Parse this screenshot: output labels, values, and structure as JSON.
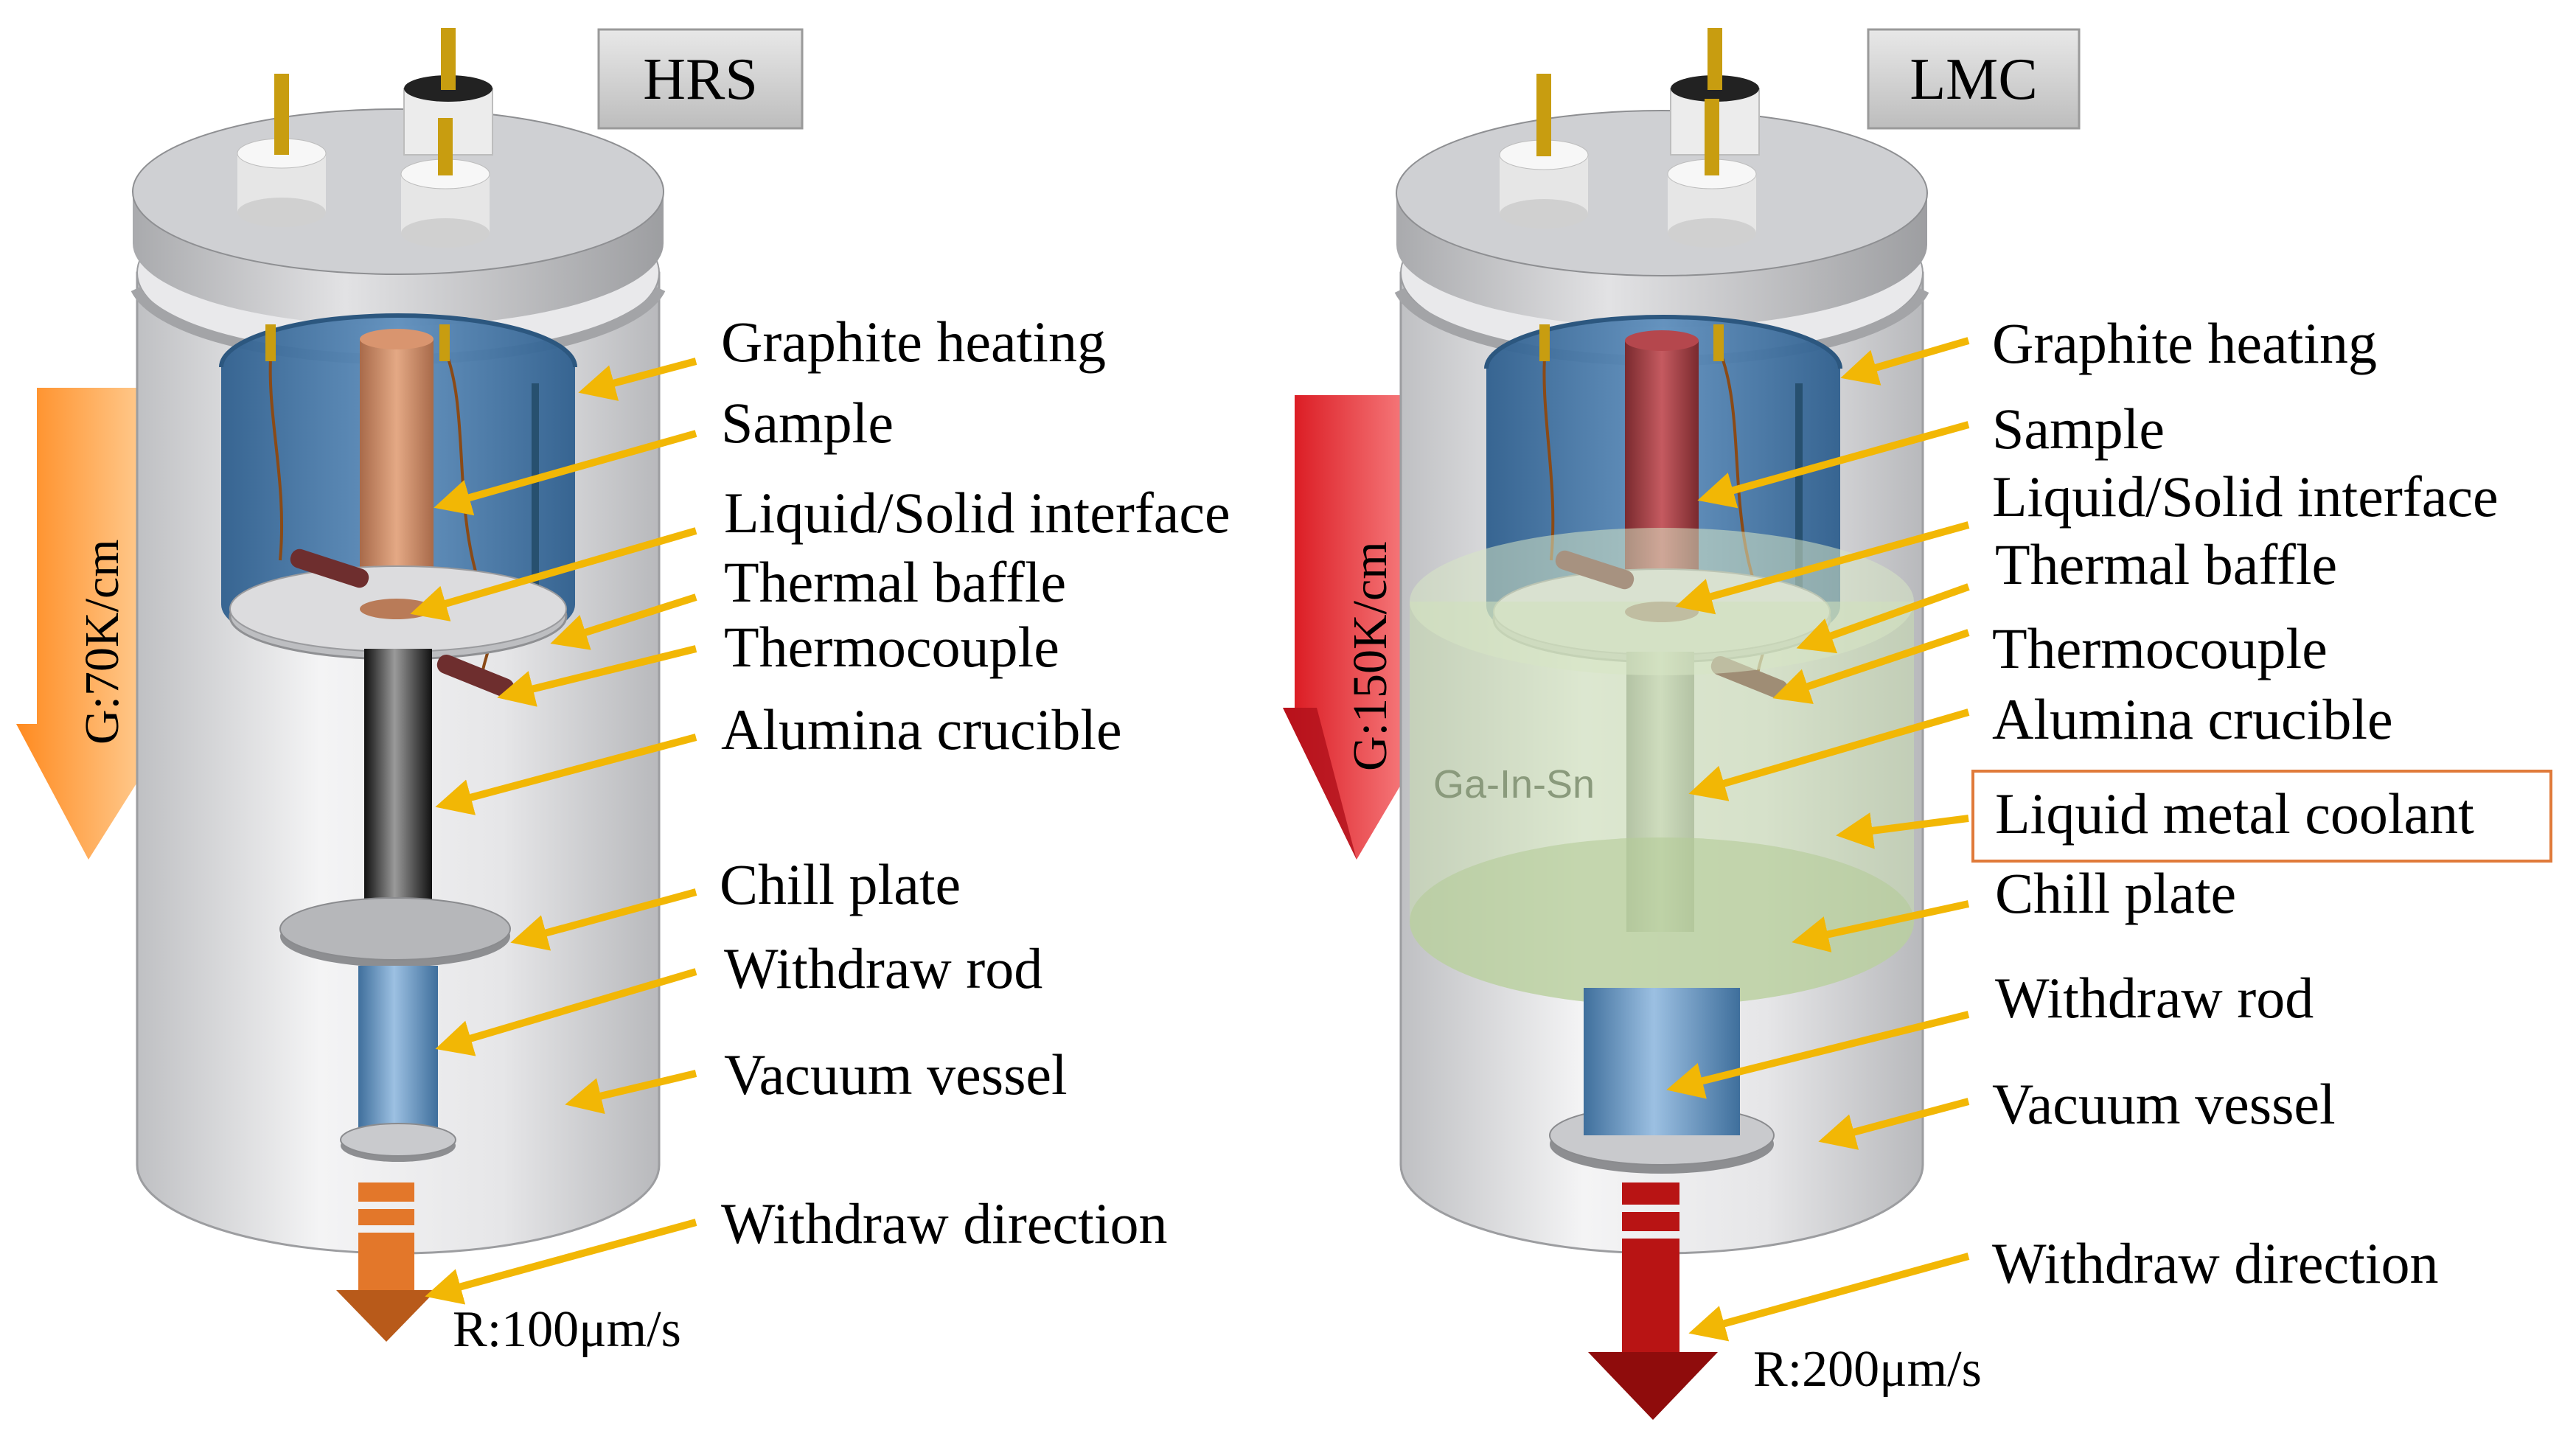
{
  "colors": {
    "arrow": "#f2b705",
    "vessel": "#d8d9dc",
    "heater": "#4a79a8",
    "rod": "#6e9bc9",
    "coolant": "#c9ddb0",
    "hrs_gradient": "#ff9a3c",
    "lmc_gradient": "#e8262a",
    "hrs_withdraw": "#e3772a",
    "lmc_withdraw": "#b81414",
    "highlight_box": "#e07a3a"
  },
  "hrs": {
    "title": "HRS",
    "gradient": "G:70K/cm",
    "rate": "R:100μm/s",
    "labels": {
      "graphite_heating": "Graphite heating",
      "sample": "Sample",
      "interface": "Liquid/Solid interface",
      "baffle": "Thermal baffle",
      "thermocouple": "Thermocouple",
      "crucible": "Alumina crucible",
      "chill_plate": "Chill plate",
      "withdraw_rod": "Withdraw rod",
      "vacuum_vessel": "Vacuum vessel",
      "withdraw_direction": "Withdraw direction"
    }
  },
  "lmc": {
    "title": "LMC",
    "gradient": "G:150K/cm",
    "rate": "R:200μm/s",
    "coolant_name": "Ga-In-Sn",
    "labels": {
      "graphite_heating": "Graphite heating",
      "sample": "Sample",
      "interface": "Liquid/Solid interface",
      "baffle": "Thermal baffle",
      "thermocouple": "Thermocouple",
      "crucible": "Alumina crucible",
      "coolant": "Liquid metal coolant",
      "chill_plate": "Chill plate",
      "withdraw_rod": "Withdraw rod",
      "vacuum_vessel": "Vacuum vessel",
      "withdraw_direction": "Withdraw direction"
    }
  }
}
